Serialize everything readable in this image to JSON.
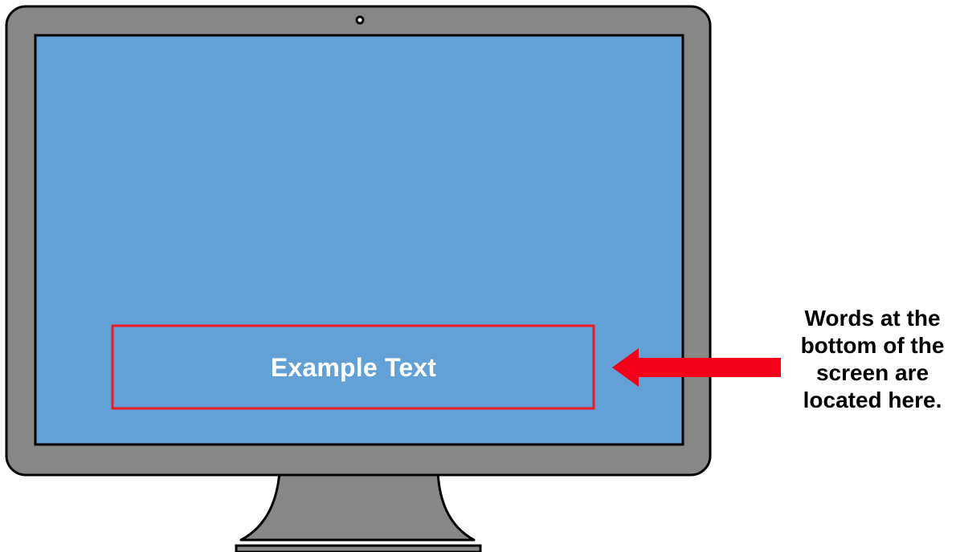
{
  "screen": {
    "subtitle_text": "Example Text"
  },
  "callout": {
    "lines": [
      "Words at the",
      "bottom of the",
      "screen are",
      "located here."
    ]
  },
  "colors": {
    "bezel": "#878787",
    "screen": "#62a0d6",
    "outline": "#000000",
    "highlight": "#ee1c24",
    "arrow": "#f3001a",
    "subtitle_text": "#ffffff"
  },
  "icons": {
    "camera": "webcam-dot",
    "arrow": "left-pointing-arrow"
  }
}
